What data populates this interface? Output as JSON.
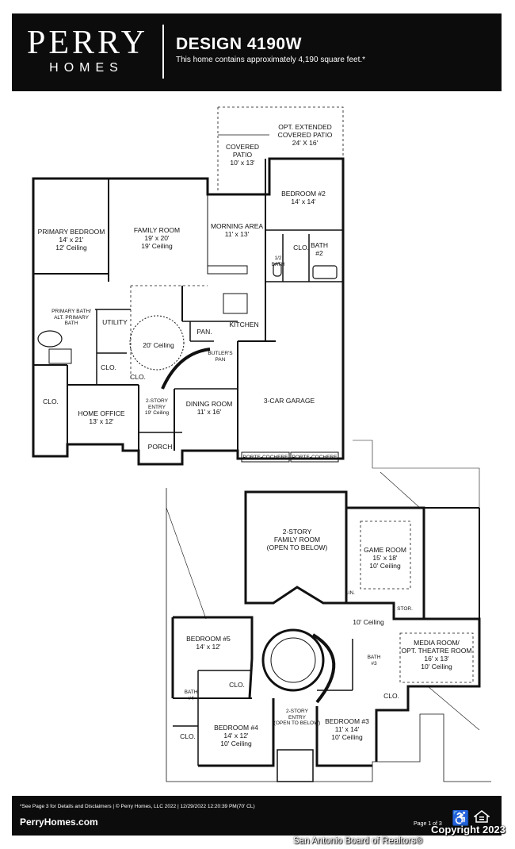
{
  "header": {
    "brand_line1": "PERRY",
    "brand_line2": "HOMES",
    "design_title": "DESIGN 4190W",
    "design_subtitle": "This home contains approximately 4,190 square feet.*"
  },
  "first_floor": {
    "opt_patio": "OPT. EXTENDED\nCOVERED PATIO\n24' X 16'",
    "covered_patio": "COVERED\nPATIO\n10' x 13'",
    "bedroom2": "BEDROOM #2\n14' x 14'",
    "primary_bedroom": "PRIMARY BEDROOM\n14' x 21'\n12' Ceiling",
    "family_room": "FAMILY ROOM\n19' x 20'\n19' Ceiling",
    "morning_area": "MORNING AREA\n11' x 13'",
    "clo_bed2": "CLO.",
    "bath2": "BATH\n#2",
    "half_bath": "1/2\nBATH",
    "primary_bath": "PRIMARY BATH/\nALT. PRIMARY\nBATH",
    "utility": "UTILITY",
    "pan": "PAN.",
    "kitchen": "KITCHEN",
    "ceiling_20": "20' Ceiling",
    "clo_a": "CLO.",
    "clo_b": "CLO.",
    "clo_c": "CLO.",
    "butlers_pan": "BUTLER'S\nPAN",
    "entry": "2-STORY\nENTRY\n19' Ceiling",
    "dining_room": "DINING ROOM\n11' x 16'",
    "garage": "3-CAR GARAGE",
    "home_office": "HOME OFFICE\n13' x 12'",
    "porch": "PORCH",
    "porte1": "PORTE-COCHERE",
    "porte2": "PORTE-COCHERE"
  },
  "second_floor": {
    "family_room2": "2-STORY\nFAMILY ROOM\n(OPEN TO BELOW)",
    "game_room": "GAME ROOM\n15' x 18'\n10' Ceiling",
    "lin": "LIN.",
    "stor": "STOR.",
    "ceiling_10": "10' Ceiling",
    "bedroom5": "BEDROOM #5\n14' x 12'",
    "media_room": "MEDIA ROOM/\nOPT. THEATRE ROOM\n16' x 13'\n10' Ceiling",
    "bath3": "BATH\n#3",
    "bath4": "BATH\n#4",
    "clo_d": "CLO.",
    "clo_e": "CLO.",
    "clo_f": "CLO.",
    "entry2": "2-STORY\nENTRY\n(OPEN TO BELOW)",
    "bedroom4": "BEDROOM #4\n14' x 12'\n10' Ceiling",
    "bedroom3": "BEDROOM #3\n11' x 14'\n10' Ceiling"
  },
  "footer": {
    "disclaimer": "*See Page 3 for Details and Disclaimers  |  © Perry Homes, LLC 2022  |  12/29/2022 12:20:39 PM(70' CL)",
    "website": "PerryHomes.com",
    "page": "Page 1 of 3",
    "access_icon": "wheelchair-icon",
    "housing_icon": "equal-housing-icon"
  },
  "overlay": {
    "copyright": "Copyright 2023",
    "watermark": "San Antonio Board of Realtors®"
  }
}
